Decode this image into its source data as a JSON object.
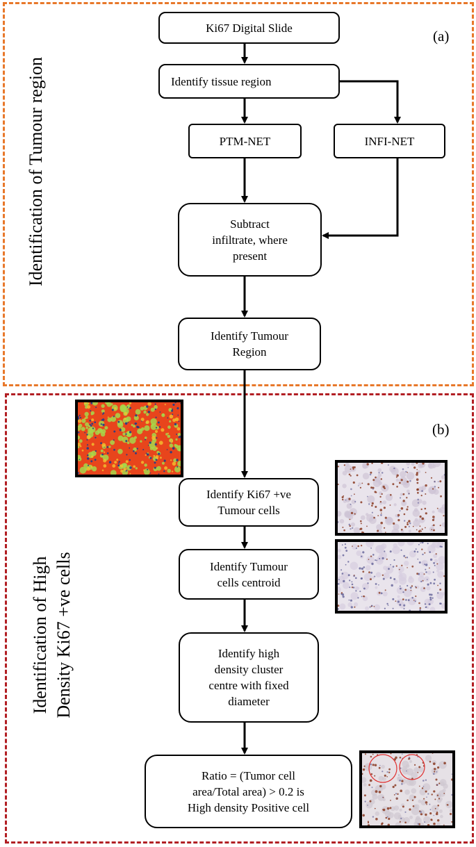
{
  "panels": {
    "a": {
      "tag": "(a)",
      "side_label": "Identification of Tumour region",
      "color": "#e8782a"
    },
    "b": {
      "tag": "(b)",
      "side_label": "Identification of High\nDensity Ki67 +ve cells",
      "color": "#b21f24"
    }
  },
  "nodes": {
    "slide": "Ki67 Digital Slide",
    "tissue": "Identify tissue region",
    "ptm": "PTM-NET",
    "infi": "INFI-NET",
    "subtract": "Subtract\ninfiltrate, where\npresent",
    "tumour": "Identify Tumour\nRegion",
    "ki67": "Identify Ki67 +ve\nTumour cells",
    "centroid": "Identify Tumour\ncells centroid",
    "cluster": "Identify high\ndensity cluster\ncentre with fixed\ndiameter",
    "ratio": "Ratio = (Tumor cell\narea/Total area) > 0.2 is\nHigh density Positive cell"
  },
  "images": {
    "heatmap": "heatmap-image",
    "ki67": "ki67-stained-tissue-image",
    "centroid": "tumour-centroid-tissue-image",
    "cluster": "high-density-cluster-image"
  },
  "colors": {
    "heat_bg": "#e8451c",
    "heat_accent": "#a6d84a",
    "tissue_bg": "#e9e4ec",
    "brown_stain": "#8a3b22",
    "blue_stain": "#6b6a9e",
    "cluster_circle": "#e03030"
  }
}
